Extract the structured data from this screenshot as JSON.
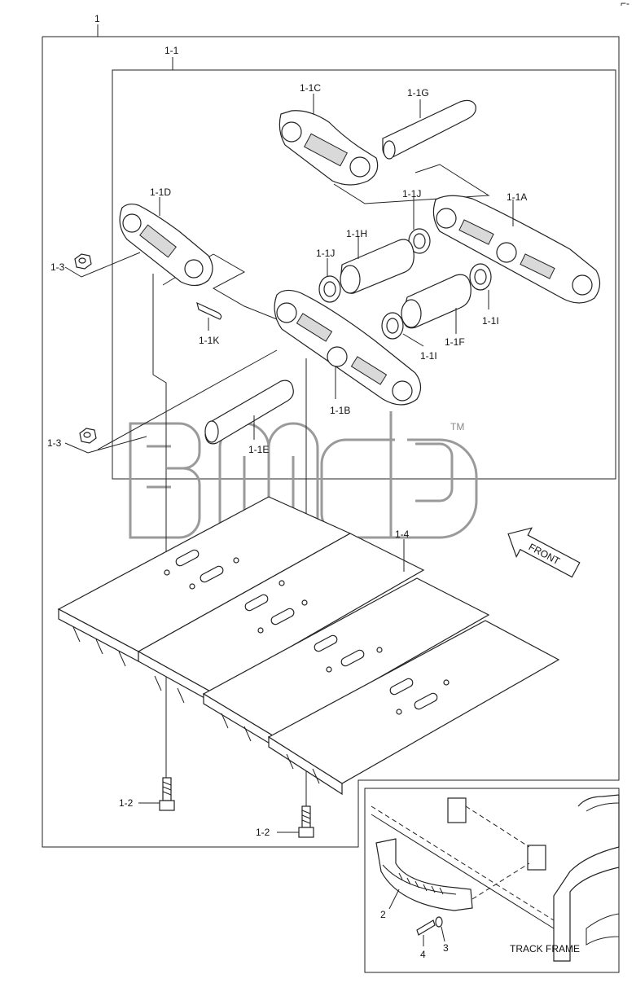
{
  "corner_mark": "⌐-",
  "labels": {
    "assembly": "1",
    "link_assy": "1-1",
    "link_1a": "1-1A",
    "link_1b": "1-1B",
    "link_1c": "1-1C",
    "link_1d": "1-1D",
    "pin_1e": "1-1E",
    "bush_1f": "1-1F",
    "pin_1g": "1-1G",
    "bush_1h": "1-1H",
    "seal_1i_right": "1-1I",
    "seal_1i_mid": "1-1I",
    "seal_1j_top": "1-1J",
    "seal_1j_left": "1-1J",
    "spring_pin_1k": "1-1K",
    "bolt_left": "1-2",
    "bolt_right": "1-2",
    "nut_top": "1-3",
    "nut_bottom": "1-3",
    "shoe": "1-4",
    "guard": "2",
    "washer": "3",
    "guard_bolt": "4",
    "track_frame": "TRACK FRAME",
    "front_arrow": "FRONT",
    "watermark_tm": "TM"
  },
  "watermark": {
    "logo": "3mcb"
  },
  "colors": {
    "line": "#222222",
    "watermark": "#9a9a9a",
    "shade": "#d9d9d9"
  }
}
